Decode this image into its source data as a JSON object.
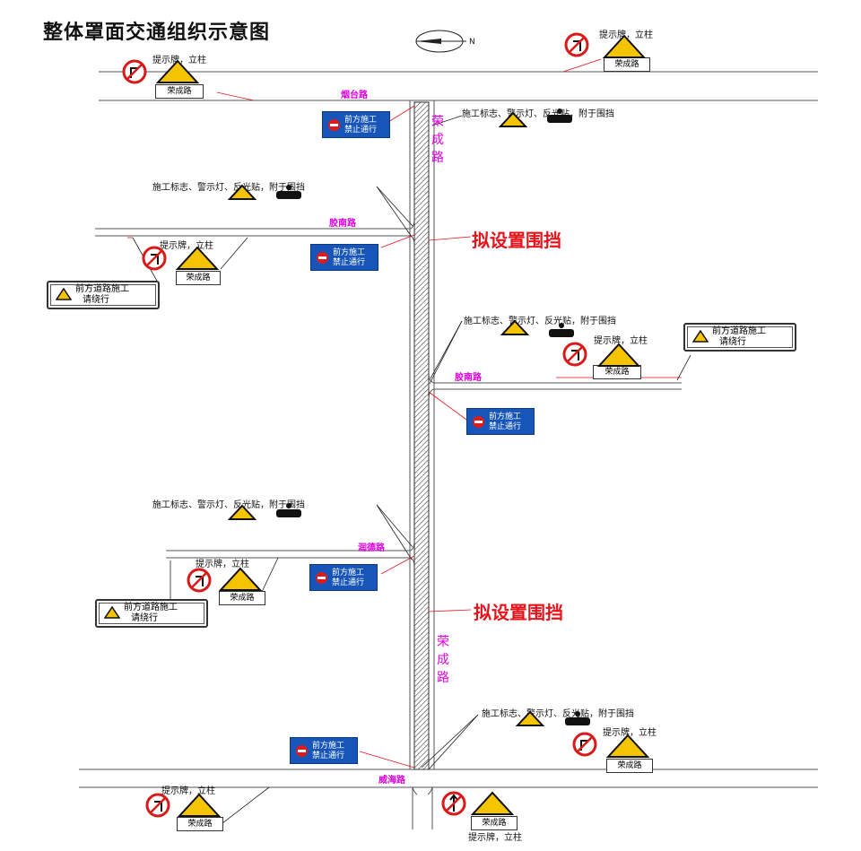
{
  "title": "整体罩面交通组织示意图",
  "roads": {
    "yantai": "烟台路",
    "jiaonan_1": "胶南路",
    "jiaonan_2": "胶南路",
    "rundi": "润德路",
    "weihai": "威海路",
    "rongcheng_v1": [
      "荣",
      "成",
      "路"
    ],
    "rongcheng_v2": [
      "荣",
      "成",
      "路"
    ]
  },
  "labels": {
    "tishipai": "提示牌，立柱",
    "shigong": "施工标志、警示灯、反光贴，附于围挡"
  },
  "fence_label": "拟设置围挡",
  "street_sign": "荣成路",
  "blue_sign": {
    "line1": "前方施工",
    "line2": "禁止通行"
  },
  "detour_sign": {
    "line1": "前方道路施工",
    "line2": "请绕行"
  },
  "colors": {
    "road_name": "#e000e0",
    "fence_text": "#e8121a",
    "blue_sign": "#1756b8",
    "warning_yellow": "#f5c400",
    "prohibition_red": "#d81a1a"
  }
}
